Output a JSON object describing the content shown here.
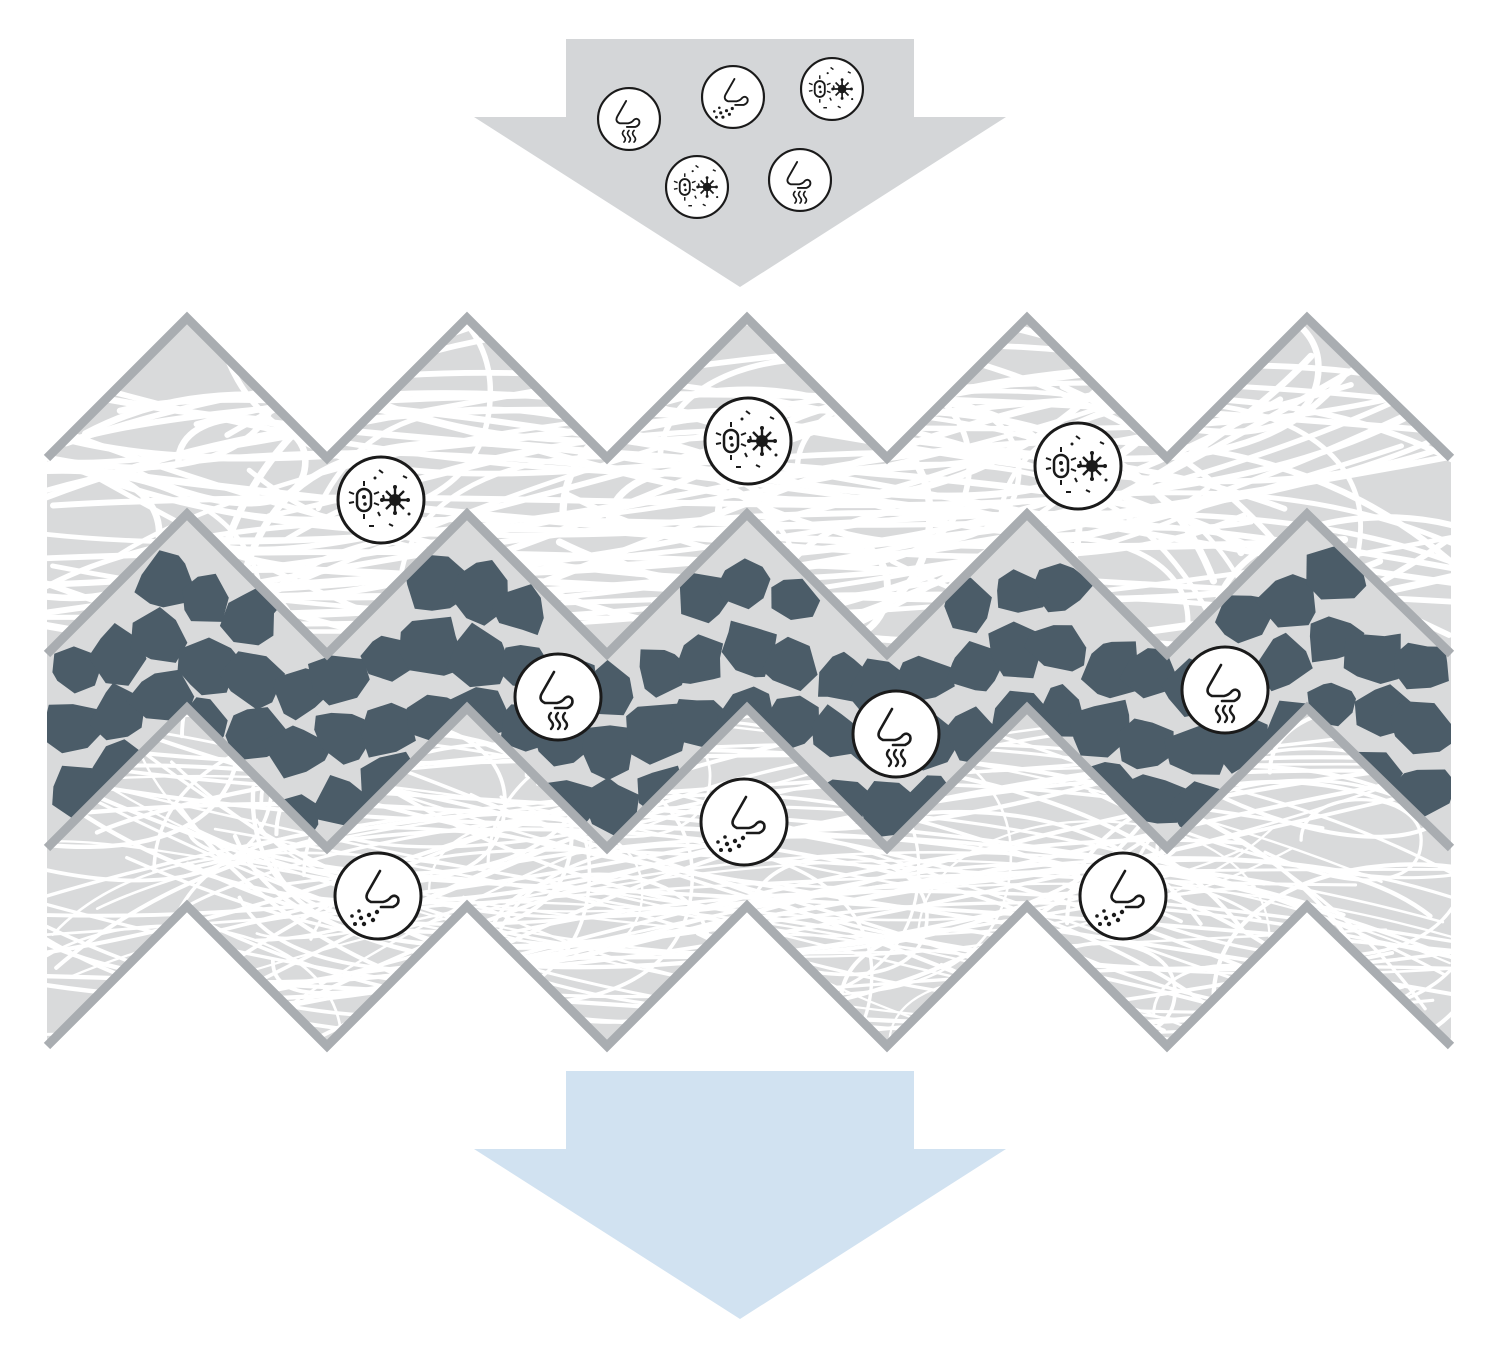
{
  "colors": {
    "background": "#ffffff",
    "inlet_arrow": "#d4d6d8",
    "outlet_arrow": "#d1e2f1",
    "layer_fill": "#d9dadb",
    "layer_border": "#a9adb1",
    "fibers": "#ffffff",
    "carbon_granules": "#4b5c68",
    "icon_stroke": "#1a1a1a",
    "icon_fill": "#ffffff"
  },
  "flow": {
    "inlet": {
      "icon": "down-arrow-icon",
      "meaning": "unfiltered-air-in"
    },
    "outlet": {
      "icon": "down-arrow-icon",
      "meaning": "clean-air-out"
    }
  },
  "layers": [
    {
      "id": "pre-filter",
      "icon": "coarse-fiber-mesh",
      "captures": "germs-icon"
    },
    {
      "id": "activated-carbon",
      "icon": "carbon-granules",
      "captures": "odor-icon"
    },
    {
      "id": "fine-filter",
      "icon": "fine-fiber-mesh",
      "captures": "fine-particle-icon"
    }
  ],
  "particle_types": {
    "odor": "odor-icon",
    "dust": "fine-particle-icon",
    "germs": "germs-icon"
  }
}
